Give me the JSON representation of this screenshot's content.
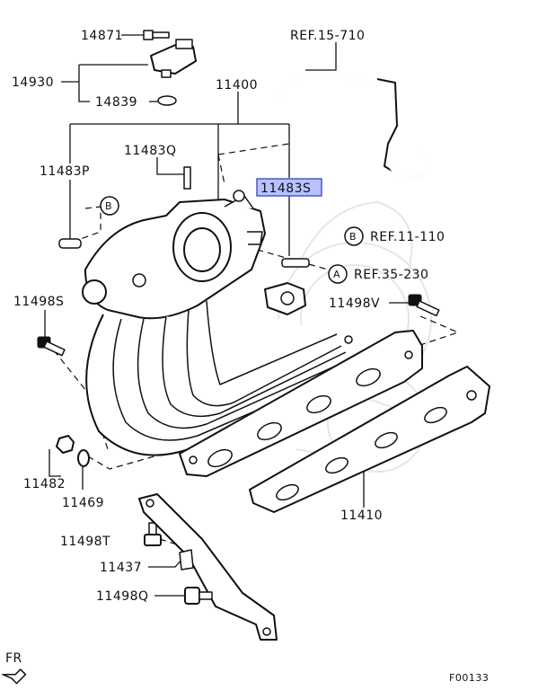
{
  "labels": {
    "p14871": "14871",
    "p14930": "14930",
    "p14839": "14839",
    "p11400": "11400",
    "ref15": "REF.15-710",
    "p11483q": "11483Q",
    "p11483p": "11483P",
    "p11483s": "11483S",
    "refB": "REF.11-110",
    "refA": "REF.35-230",
    "p11498s": "11498S",
    "p11498v": "11498V",
    "p11482": "11482",
    "p11469": "11469",
    "p11410": "11410",
    "p11498t": "11498T",
    "p11437": "11437",
    "p11498q": "11498Q",
    "fr": "FR",
    "figure_code": "F00133"
  },
  "markers": {
    "a": "A",
    "b": "B"
  },
  "colors": {
    "highlight_fill": "#b7c3ff",
    "highlight_stroke": "#3c4fc8",
    "line": "#111111"
  }
}
